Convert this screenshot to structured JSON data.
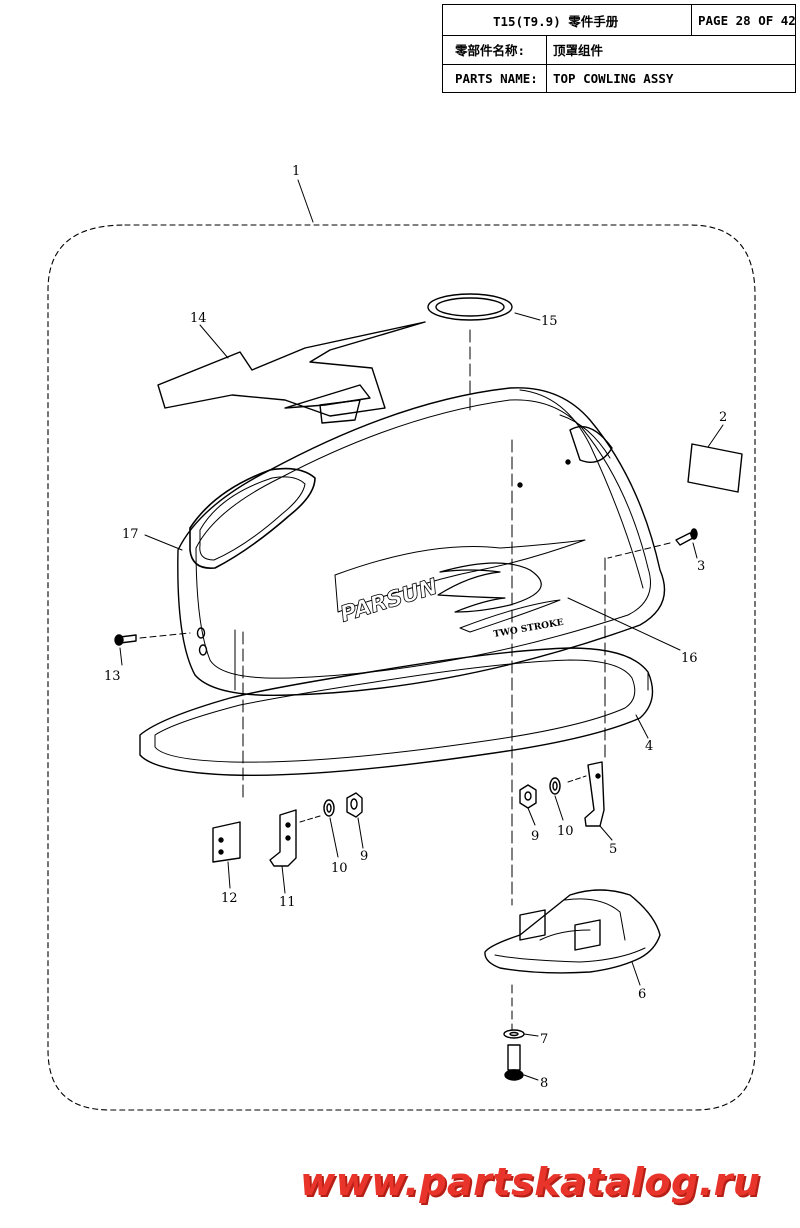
{
  "title_block": {
    "manual_title": "T15(T9.9) 零件手册",
    "page": "PAGE 28 OF 42",
    "parts_name_cn_label": "零部件名称:",
    "parts_name_cn_value": "顶罩组件",
    "parts_name_label": "PARTS NAME:",
    "parts_name_value": "TOP COWLING ASSY"
  },
  "decals": {
    "brand": "PARSUN",
    "stroke_text": "TWO STROKE"
  },
  "callouts": {
    "c1": "1",
    "c2": "2",
    "c3": "3",
    "c4": "4",
    "c5": "5",
    "c6": "6",
    "c7": "7",
    "c8": "8",
    "c9a": "9",
    "c9b": "9",
    "c10a": "10",
    "c10b": "10",
    "c11": "11",
    "c12": "12",
    "c13": "13",
    "c14": "14",
    "c15": "15",
    "c16": "16",
    "c17": "17"
  },
  "watermark": "www.partskatalog.ru"
}
